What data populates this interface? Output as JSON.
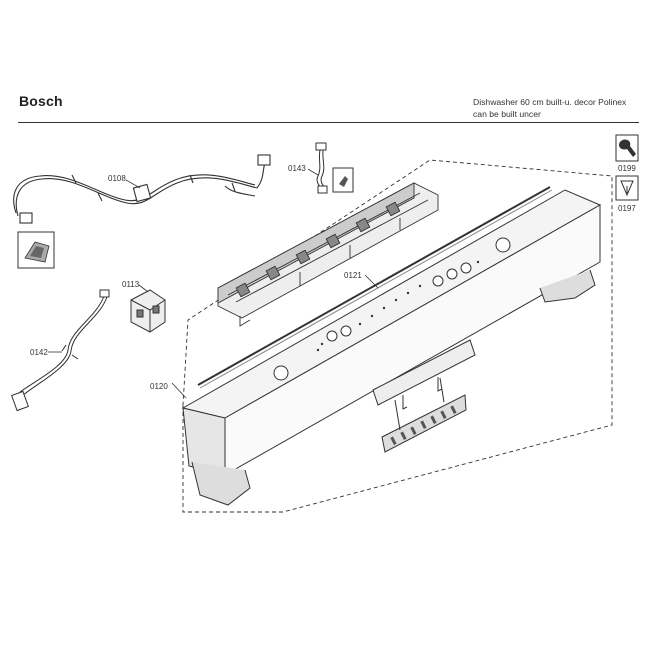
{
  "header": {
    "brand": "Bosch",
    "title_line1": "Dishwasher 60 cm built-u. decor Polinex",
    "title_line2": "can be built uncer"
  },
  "parts": {
    "p0108": "0108",
    "p0143": "0143",
    "p0113": "0113",
    "p0142": "0142",
    "p0121": "0121",
    "p0120": "0120"
  },
  "tools": {
    "t0199": "0199",
    "t0197": "0197"
  },
  "icons": {
    "wrench_icon": "wrench-icon",
    "screwdriver_icon": "screwdriver-icon",
    "connector_detail_icon": "connector-detail-icon",
    "clip_detail_icon": "clip-detail-icon"
  }
}
